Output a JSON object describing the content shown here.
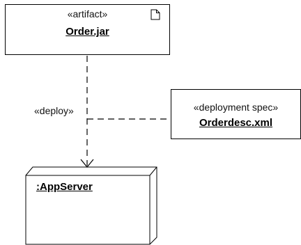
{
  "artifact": {
    "stereotype": "«artifact»",
    "name": "Order.jar",
    "icon": "document-icon"
  },
  "deployment_spec": {
    "stereotype": "«deployment spec»",
    "name": "Orderdesc.xml"
  },
  "node": {
    "name": ":AppServer"
  },
  "dependency": {
    "label": "«deploy»"
  }
}
